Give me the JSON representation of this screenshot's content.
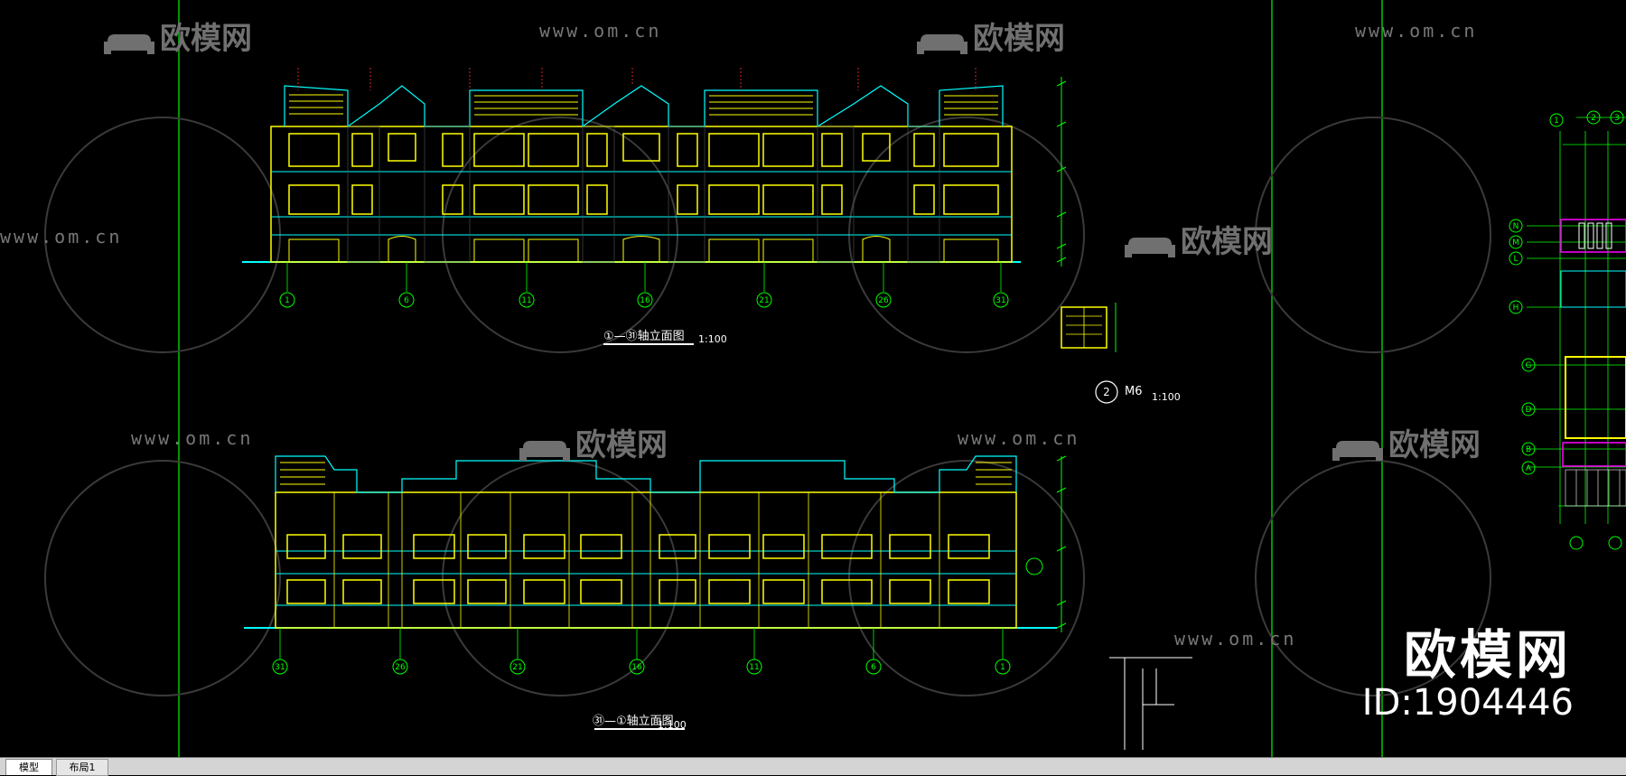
{
  "drawing": {
    "elevation_top_title": "①—㉛轴立面图",
    "elevation_top_scale": "1:100",
    "elevation_bottom_title": "㉛—①轴立面图",
    "elevation_bottom_scale": "1:100",
    "detail_title": "M6",
    "detail_number": "2",
    "detail_scale": "1:100",
    "grid_bubbles_top": [
      "1",
      "6",
      "11",
      "16",
      "21",
      "26",
      "31"
    ],
    "grid_bubbles_bottom": [
      "31",
      "26",
      "21",
      "16",
      "11",
      "6",
      "1"
    ],
    "plan_row_bubbles": [
      "N",
      "M",
      "L",
      "H",
      "G",
      "D",
      "B",
      "A"
    ],
    "plan_col_bubbles": [
      "1",
      "2",
      "3"
    ]
  },
  "watermark": {
    "brand": "欧模网",
    "id_text": "ID:1904446",
    "url": "www.om.cn",
    "logo_text": "欧模网"
  },
  "tabs": [
    {
      "label": "模型",
      "active": true
    },
    {
      "label": "布局1",
      "active": false
    }
  ],
  "colors": {
    "background": "#000000",
    "yellow": "#ffff00",
    "cyan": "#00ffff",
    "green": "#00ff00",
    "magenta": "#ff00ff",
    "white": "#ffffff"
  }
}
